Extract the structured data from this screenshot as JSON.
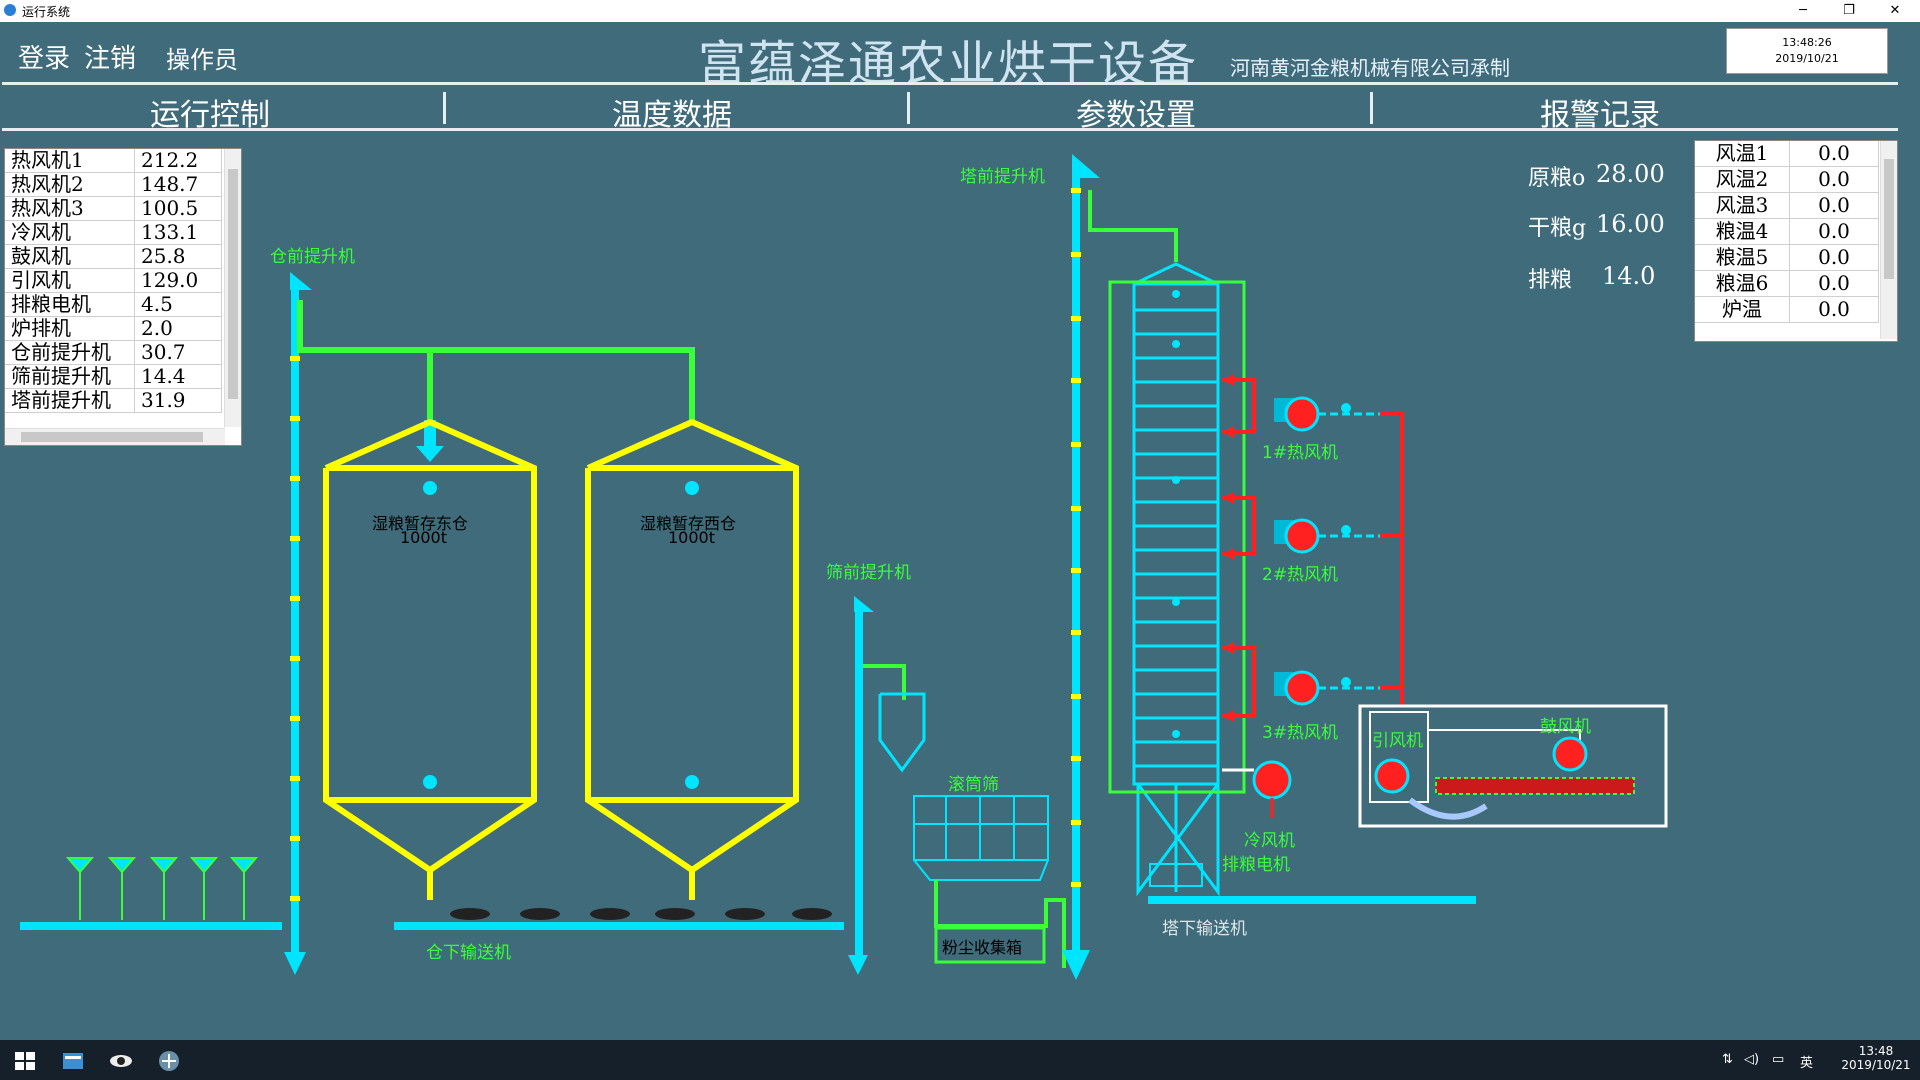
{
  "window": {
    "title": "运行系统"
  },
  "header": {
    "login": "登录",
    "logout": "注销",
    "operator": "操作员",
    "title": "富蕴泽通农业烘干设备",
    "company": "河南黄河金粮机械有限公司承制",
    "time": "13:48:26",
    "date": "2019/10/21"
  },
  "nav": {
    "tab1": "运行控制",
    "tab2": "温度数据",
    "tab3": "参数设置",
    "tab4": "报警记录"
  },
  "motors": [
    {
      "name": "热风机1",
      "value": "212.2"
    },
    {
      "name": "热风机2",
      "value": "148.7"
    },
    {
      "name": "热风机3",
      "value": "100.5"
    },
    {
      "name": "冷风机",
      "value": "133.1"
    },
    {
      "name": "鼓风机",
      "value": "25.8"
    },
    {
      "name": "引风机",
      "value": "129.0"
    },
    {
      "name": "排粮电机",
      "value": "4.5"
    },
    {
      "name": "炉排机",
      "value": "2.0"
    },
    {
      "name": "仓前提升机",
      "value": "30.7"
    },
    {
      "name": "筛前提升机",
      "value": "14.4"
    },
    {
      "name": "塔前提升机",
      "value": "31.9"
    }
  ],
  "temps": [
    {
      "name": "风温1",
      "value": "0.0"
    },
    {
      "name": "风温2",
      "value": "0.0"
    },
    {
      "name": "风温3",
      "value": "0.0"
    },
    {
      "name": "粮温4",
      "value": "0.0"
    },
    {
      "name": "粮温5",
      "value": "0.0"
    },
    {
      "name": "粮温6",
      "value": "0.0"
    },
    {
      "name": "炉温",
      "value": "0.0"
    }
  ],
  "readouts": {
    "raw_label": "原粮",
    "raw_unit": "o",
    "raw_value": "28.00",
    "dry_label": "干粮",
    "dry_unit": "g",
    "dry_value": "16.00",
    "discharge_label": "排粮",
    "discharge_value": "14.0"
  },
  "diagram": {
    "warehouse_elevator": "仓前提升机",
    "tower_elevator": "塔前提升机",
    "screen_elevator": "筛前提升机",
    "east_bin": "湿粮暂存东仓",
    "east_capacity": "1000t",
    "west_bin": "湿粮暂存西仓",
    "west_capacity": "1000t",
    "under_bin_conveyor": "仓下输送机",
    "drum_screen": "滚筒筛",
    "dust_box": "粉尘收集箱",
    "fan1": "1#热风机",
    "fan2": "2#热风机",
    "fan3": "3#热风机",
    "cold_fan": "冷风机",
    "discharge_motor": "排粮电机",
    "under_tower_conveyor": "塔下输送机",
    "induced_fan": "引风机",
    "blower": "鼓风机"
  },
  "taskbar": {
    "time": "13:48",
    "date": "2019/10/21",
    "ime": "英"
  },
  "colors": {
    "background": "#3f6b7a",
    "pipe_green": "#39ff39",
    "elevator_cyan": "#00e5ff",
    "bin_yellow": "#ffff00",
    "hot_red": "#ff2020"
  }
}
